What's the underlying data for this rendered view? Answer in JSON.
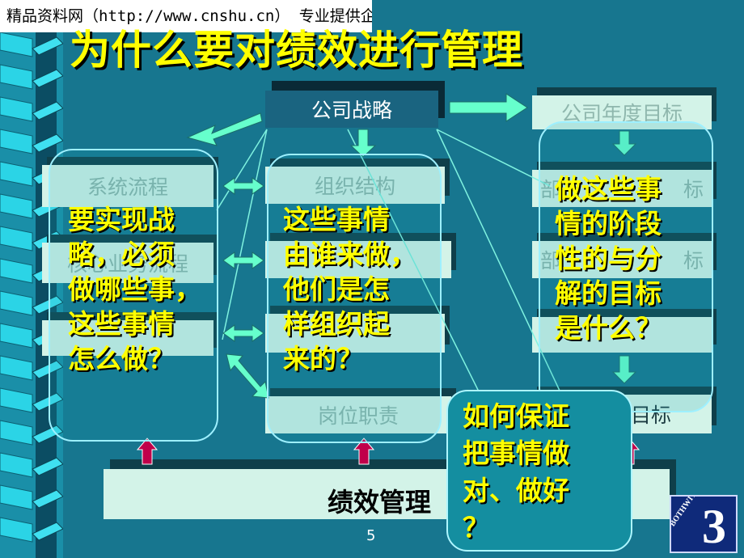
{
  "header": {
    "banner": "精品资料网（http://www.cnshu.cn） 专业提供企管培训资料",
    "title": "为什么要对绩效进行管理"
  },
  "boxes": {
    "strategy": "公司战略",
    "annual_goal": "公司年度目标",
    "system_flow": "系统流程",
    "core_flow": "核心业务流程",
    "org_structure": "组织结构",
    "position_duty": "岗位职责",
    "position_goal": "位目标",
    "dept_goal_1": "部",
    "dept_goal_1_tail": "标",
    "dept_goal_2": "部",
    "dept_goal_2_tail": "标",
    "performance": "绩效管理"
  },
  "questions": {
    "left": [
      "要实现战",
      "略，必须",
      "做哪些事，",
      "这些事情",
      "怎么做？"
    ],
    "middle": [
      "这些事情",
      "由谁来做，",
      "他们是怎",
      "样组织起",
      "来的？"
    ],
    "right": [
      "做这些事",
      "情的阶段",
      "性的与分",
      "解的目标",
      "是什么？"
    ],
    "callout": [
      "如何保证",
      "把事情做",
      "对、做好",
      "？"
    ]
  },
  "page_number": "5",
  "logo": {
    "text": "BOTHWITZ",
    "mark": "3"
  },
  "colors": {
    "background": "#17768f",
    "title": "#ffff00",
    "box_fill": "#d3f3e8",
    "strategy_fill": "#1a6480",
    "arrow_fill": "#66ffcc",
    "up_arrow": "#c0004a"
  }
}
